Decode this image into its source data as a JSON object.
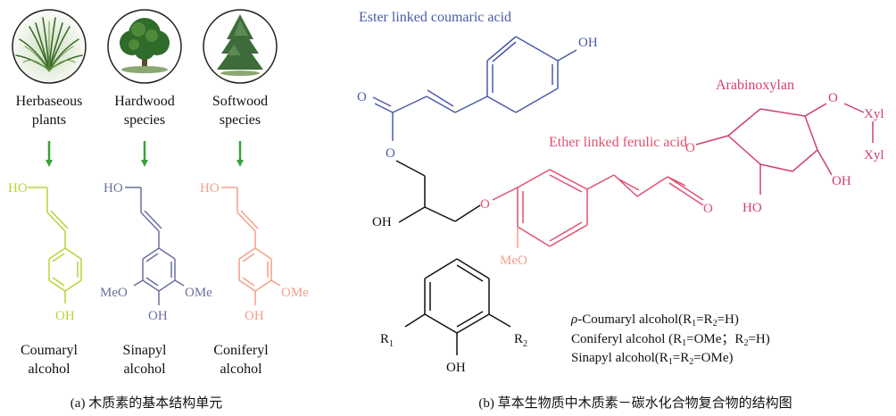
{
  "panel_a": {
    "plants": [
      {
        "name_line1": "Herbaseous",
        "name_line2": "plants",
        "icon": "grass-icon"
      },
      {
        "name_line1": "Hardwood",
        "name_line2": "species",
        "icon": "broadleaf-tree-icon"
      },
      {
        "name_line1": "Softwood",
        "name_line2": "species",
        "icon": "conifer-tree-icon"
      }
    ],
    "molecules": [
      {
        "name_line1": "Coumaryl",
        "name_line2": "alcohol",
        "color": "#b8d23a",
        "ho": "HO",
        "oh": "OH"
      },
      {
        "name_line1": "Sinapyl",
        "name_line2": "alcohol",
        "color": "#6a6fa0",
        "ho": "HO",
        "oh": "OH",
        "meo": "MeO",
        "ome": "OMe"
      },
      {
        "name_line1": "Coniferyl",
        "name_line2": "alcohol",
        "color": "#f2a08a",
        "ho": "HO",
        "oh": "OH",
        "ome": "OMe"
      }
    ],
    "arrow_color": "#3aa03a",
    "caption": "(a)  木质素的基本结构单元"
  },
  "panel_b": {
    "ester_label": "Ester linked coumaric acid",
    "ester_color": "#4a5aa8",
    "ester_oh": "OH",
    "ester_o_carbonyl": "O",
    "ester_o_link": "O",
    "ether_label": "Ether linked ferulic acid",
    "ether_color": "#e0506e",
    "ether_o_carbonyl": "O",
    "ether_o_link": "O",
    "ether_ome": "MeO",
    "ether_ome_color": "#f2a08a",
    "glycerol_oh": "OH",
    "glycerol_o": "O",
    "arabinoxylan_label": "Arabinoxylan",
    "arabinoxylan_color": "#d0406a",
    "sugar_o_ester": "O",
    "sugar_o_xyl": "O",
    "xyl_1": "Xyl",
    "xyl_2": "Xyl",
    "sugar_ho": "HO",
    "sugar_oh": "OH",
    "generic": {
      "r1": "R",
      "r1_sub": "1",
      "r2": "R",
      "r2_sub": "2",
      "oh": "OH"
    },
    "legend": [
      {
        "prefix": "ρ",
        "text": "-Coumaryl alcohol(R",
        "s1": "1",
        "mid": "=R",
        "s2": "2",
        "end": "=H)"
      },
      {
        "prefix": "",
        "text": "Coniferyl alcohol (R",
        "s1": "1",
        "mid": "=OMe；R",
        "s2": "2",
        "end": "=H)"
      },
      {
        "prefix": "",
        "text": "Sinapyl alcohol(R",
        "s1": "1",
        "mid": "=R",
        "s2": "2",
        "end": "=OMe)"
      }
    ],
    "caption": "(b)  草本生物质中木质素－碳水化合物复合物的结构图"
  }
}
